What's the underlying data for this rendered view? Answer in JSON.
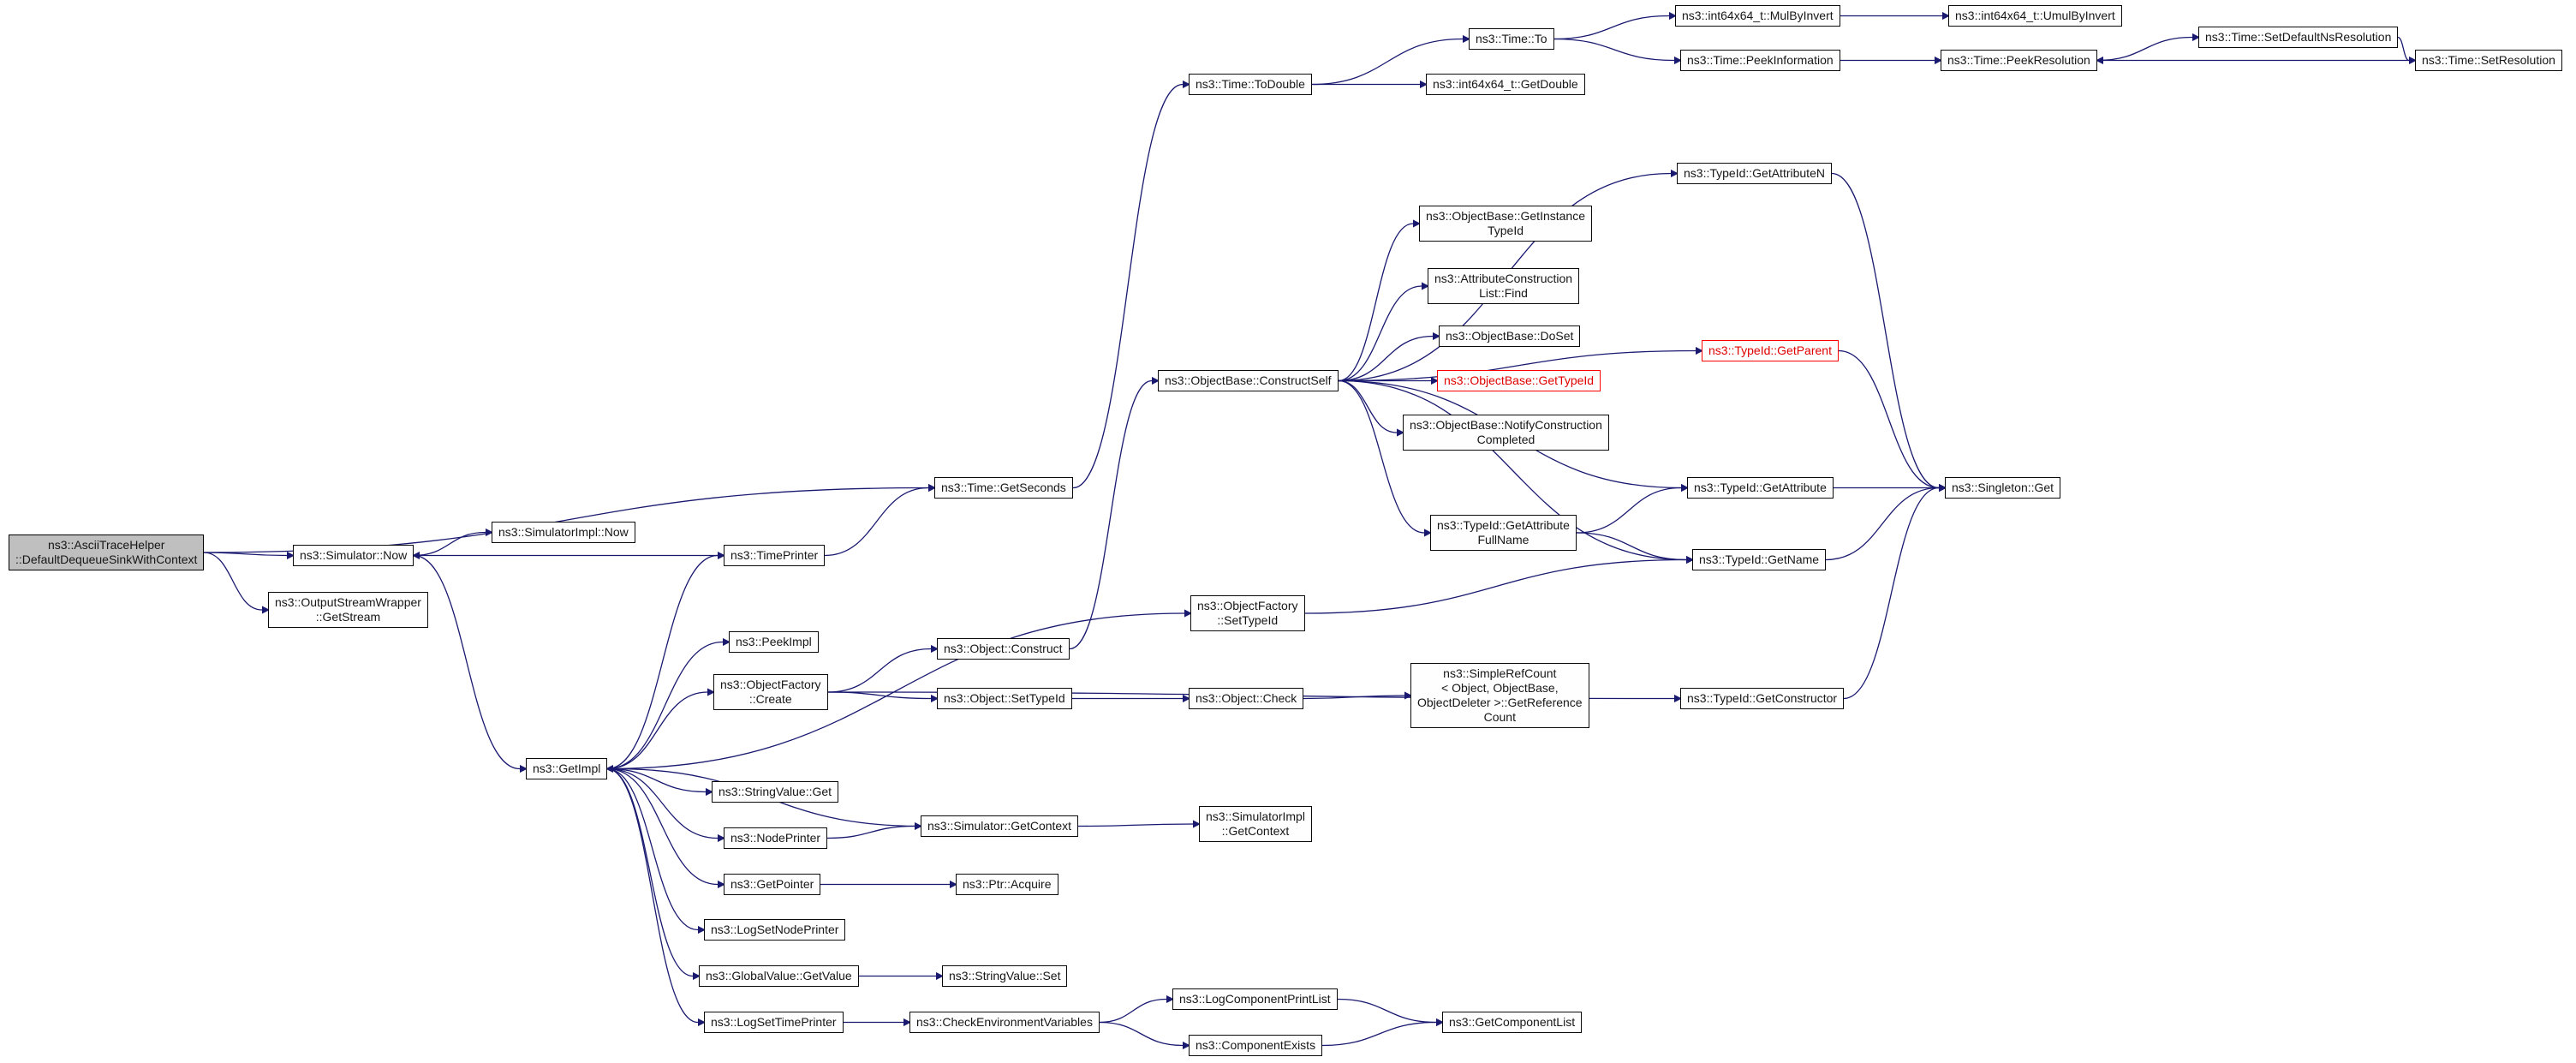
{
  "diagram": {
    "type": "call-graph",
    "tool": "doxygen",
    "root_function": "ns3::AsciiTraceHelper::DefaultDequeueSinkWithContext",
    "edge_color": "#191970",
    "node_border_color": "#0a0a0a",
    "root_fill": "#bfbfbf",
    "truncated_color": "#ff0000",
    "background": "#ffffff",
    "nodes": [
      {
        "id": "root",
        "label": "ns3::AsciiTraceHelper\n::DefaultDequeueSinkWithContext",
        "style": "root"
      },
      {
        "id": "simulator-now",
        "label": "ns3::Simulator::Now",
        "style": "normal"
      },
      {
        "id": "simulator-impl-now",
        "label": "ns3::SimulatorImpl::Now",
        "style": "normal"
      },
      {
        "id": "get-stream",
        "label": "ns3::OutputStreamWrapper\n::GetStream",
        "style": "normal"
      },
      {
        "id": "time-get-seconds",
        "label": "ns3::Time::GetSeconds",
        "style": "normal"
      },
      {
        "id": "time-printer",
        "label": "ns3::TimePrinter",
        "style": "normal"
      },
      {
        "id": "time-to-double",
        "label": "ns3::Time::ToDouble",
        "style": "normal"
      },
      {
        "id": "time-to",
        "label": "ns3::Time::To",
        "style": "normal"
      },
      {
        "id": "mul-by-invert",
        "label": "ns3::int64x64_t::MulByInvert",
        "style": "normal"
      },
      {
        "id": "umul-by-invert",
        "label": "ns3::int64x64_t::UmulByInvert",
        "style": "normal"
      },
      {
        "id": "peek-information",
        "label": "ns3::Time::PeekInformation",
        "style": "normal"
      },
      {
        "id": "peek-resolution",
        "label": "ns3::Time::PeekResolution",
        "style": "normal"
      },
      {
        "id": "set-default-ns-resolution",
        "label": "ns3::Time::SetDefaultNsResolution",
        "style": "normal"
      },
      {
        "id": "set-resolution",
        "label": "ns3::Time::SetResolution",
        "style": "normal"
      },
      {
        "id": "get-double",
        "label": "ns3::int64x64_t::GetDouble",
        "style": "normal"
      },
      {
        "id": "get-attribute-n",
        "label": "ns3::TypeId::GetAttributeN",
        "style": "normal"
      },
      {
        "id": "get-instance-type-id",
        "label": "ns3::ObjectBase::GetInstance\nTypeId",
        "style": "normal"
      },
      {
        "id": "attribute-construction-list-find",
        "label": "ns3::AttributeConstruction\nList::Find",
        "style": "normal"
      },
      {
        "id": "do-set",
        "label": "ns3::ObjectBase::DoSet",
        "style": "normal"
      },
      {
        "id": "construct-self",
        "label": "ns3::ObjectBase::ConstructSelf",
        "style": "normal"
      },
      {
        "id": "object-base-get-type-id",
        "label": "ns3::ObjectBase::GetTypeId",
        "style": "truncated"
      },
      {
        "id": "notify-construction-completed",
        "label": "ns3::ObjectBase::NotifyConstruction\nCompleted",
        "style": "normal"
      },
      {
        "id": "type-id-get-parent",
        "label": "ns3::TypeId::GetParent",
        "style": "truncated"
      },
      {
        "id": "type-id-get-attribute",
        "label": "ns3::TypeId::GetAttribute",
        "style": "normal"
      },
      {
        "id": "singleton-get",
        "label": "ns3::Singleton::Get",
        "style": "normal"
      },
      {
        "id": "get-attribute-full-name",
        "label": "ns3::TypeId::GetAttribute\nFullName",
        "style": "normal"
      },
      {
        "id": "type-id-get-name",
        "label": "ns3::TypeId::GetName",
        "style": "normal"
      },
      {
        "id": "object-factory-set-type-id",
        "label": "ns3::ObjectFactory\n::SetTypeId",
        "style": "normal"
      },
      {
        "id": "peek-impl",
        "label": "ns3::PeekImpl",
        "style": "normal"
      },
      {
        "id": "object-construct",
        "label": "ns3::Object::Construct",
        "style": "normal"
      },
      {
        "id": "object-factory-create",
        "label": "ns3::ObjectFactory\n::Create",
        "style": "normal"
      },
      {
        "id": "object-set-type-id",
        "label": "ns3::Object::SetTypeId",
        "style": "normal"
      },
      {
        "id": "object-check",
        "label": "ns3::Object::Check",
        "style": "normal"
      },
      {
        "id": "get-reference-count",
        "label": "ns3::SimpleRefCount\n< Object, ObjectBase,\nObjectDeleter >::GetReference\nCount",
        "style": "normal"
      },
      {
        "id": "type-id-get-constructor",
        "label": "ns3::TypeId::GetConstructor",
        "style": "normal"
      },
      {
        "id": "get-impl",
        "label": "ns3::GetImpl",
        "style": "normal"
      },
      {
        "id": "string-value-get",
        "label": "ns3::StringValue::Get",
        "style": "normal"
      },
      {
        "id": "node-printer",
        "label": "ns3::NodePrinter",
        "style": "normal"
      },
      {
        "id": "simulator-get-context",
        "label": "ns3::Simulator::GetContext",
        "style": "normal"
      },
      {
        "id": "simulator-impl-get-context",
        "label": "ns3::SimulatorImpl\n::GetContext",
        "style": "normal"
      },
      {
        "id": "get-pointer",
        "label": "ns3::GetPointer",
        "style": "normal"
      },
      {
        "id": "ptr-acquire",
        "label": "ns3::Ptr::Acquire",
        "style": "normal"
      },
      {
        "id": "log-set-node-printer",
        "label": "ns3::LogSetNodePrinter",
        "style": "normal"
      },
      {
        "id": "global-value-get-value",
        "label": "ns3::GlobalValue::GetValue",
        "style": "normal"
      },
      {
        "id": "string-value-set",
        "label": "ns3::StringValue::Set",
        "style": "normal"
      },
      {
        "id": "log-set-time-printer",
        "label": "ns3::LogSetTimePrinter",
        "style": "normal"
      },
      {
        "id": "check-environment-variables",
        "label": "ns3::CheckEnvironmentVariables",
        "style": "normal"
      },
      {
        "id": "log-component-print-list",
        "label": "ns3::LogComponentPrintList",
        "style": "normal"
      },
      {
        "id": "component-exists",
        "label": "ns3::ComponentExists",
        "style": "normal"
      },
      {
        "id": "get-component-list",
        "label": "ns3::GetComponentList",
        "style": "normal"
      }
    ],
    "edges": [
      {
        "from": "root",
        "to": "simulator-now"
      },
      {
        "from": "root",
        "to": "get-stream"
      },
      {
        "from": "root",
        "to": "time-get-seconds"
      },
      {
        "from": "simulator-now",
        "to": "simulator-impl-now"
      },
      {
        "from": "simulator-now",
        "to": "get-impl"
      },
      {
        "from": "time-printer",
        "to": "time-get-seconds"
      },
      {
        "from": "time-printer",
        "to": "simulator-now"
      },
      {
        "from": "time-get-seconds",
        "to": "time-to-double"
      },
      {
        "from": "time-to-double",
        "to": "time-to"
      },
      {
        "from": "time-to-double",
        "to": "get-double"
      },
      {
        "from": "time-to",
        "to": "mul-by-invert"
      },
      {
        "from": "time-to",
        "to": "peek-information"
      },
      {
        "from": "mul-by-invert",
        "to": "umul-by-invert"
      },
      {
        "from": "peek-information",
        "to": "peek-resolution"
      },
      {
        "from": "peek-resolution",
        "to": "set-default-ns-resolution"
      },
      {
        "from": "set-default-ns-resolution",
        "to": "set-resolution"
      },
      {
        "from": "set-resolution",
        "to": "peek-resolution"
      },
      {
        "from": "get-impl",
        "to": "peek-impl"
      },
      {
        "from": "get-impl",
        "to": "object-factory-create"
      },
      {
        "from": "get-impl",
        "to": "string-value-get"
      },
      {
        "from": "get-impl",
        "to": "node-printer"
      },
      {
        "from": "get-impl",
        "to": "get-pointer"
      },
      {
        "from": "get-impl",
        "to": "log-set-node-printer"
      },
      {
        "from": "get-impl",
        "to": "global-value-get-value"
      },
      {
        "from": "get-impl",
        "to": "log-set-time-printer"
      },
      {
        "from": "get-impl",
        "to": "time-printer"
      },
      {
        "from": "get-impl",
        "to": "object-factory-set-type-id"
      },
      {
        "from": "object-factory-create",
        "to": "object-construct"
      },
      {
        "from": "object-factory-create",
        "to": "object-set-type-id"
      },
      {
        "from": "object-factory-create",
        "to": "type-id-get-constructor"
      },
      {
        "from": "object-construct",
        "to": "construct-self"
      },
      {
        "from": "object-set-type-id",
        "to": "object-check"
      },
      {
        "from": "object-check",
        "to": "get-reference-count"
      },
      {
        "from": "type-id-get-constructor",
        "to": "singleton-get"
      },
      {
        "from": "object-factory-set-type-id",
        "to": "type-id-get-name"
      },
      {
        "from": "construct-self",
        "to": "get-instance-type-id"
      },
      {
        "from": "construct-self",
        "to": "attribute-construction-list-find"
      },
      {
        "from": "construct-self",
        "to": "do-set"
      },
      {
        "from": "construct-self",
        "to": "object-base-get-type-id"
      },
      {
        "from": "construct-self",
        "to": "notify-construction-completed"
      },
      {
        "from": "construct-self",
        "to": "type-id-get-attribute"
      },
      {
        "from": "construct-self",
        "to": "get-attribute-full-name"
      },
      {
        "from": "construct-self",
        "to": "get-attribute-n"
      },
      {
        "from": "construct-self",
        "to": "type-id-get-parent"
      },
      {
        "from": "construct-self",
        "to": "type-id-get-name"
      },
      {
        "from": "get-attribute-n",
        "to": "singleton-get"
      },
      {
        "from": "type-id-get-parent",
        "to": "singleton-get"
      },
      {
        "from": "type-id-get-attribute",
        "to": "singleton-get"
      },
      {
        "from": "type-id-get-name",
        "to": "singleton-get"
      },
      {
        "from": "get-attribute-full-name",
        "to": "type-id-get-attribute"
      },
      {
        "from": "get-attribute-full-name",
        "to": "type-id-get-name"
      },
      {
        "from": "node-printer",
        "to": "simulator-get-context"
      },
      {
        "from": "simulator-get-context",
        "to": "simulator-impl-get-context"
      },
      {
        "from": "simulator-get-context",
        "to": "get-impl"
      },
      {
        "from": "get-pointer",
        "to": "ptr-acquire"
      },
      {
        "from": "global-value-get-value",
        "to": "string-value-set"
      },
      {
        "from": "log-set-time-printer",
        "to": "check-environment-variables"
      },
      {
        "from": "check-environment-variables",
        "to": "log-component-print-list"
      },
      {
        "from": "check-environment-variables",
        "to": "component-exists"
      },
      {
        "from": "log-component-print-list",
        "to": "get-component-list"
      },
      {
        "from": "component-exists",
        "to": "get-component-list"
      }
    ]
  }
}
